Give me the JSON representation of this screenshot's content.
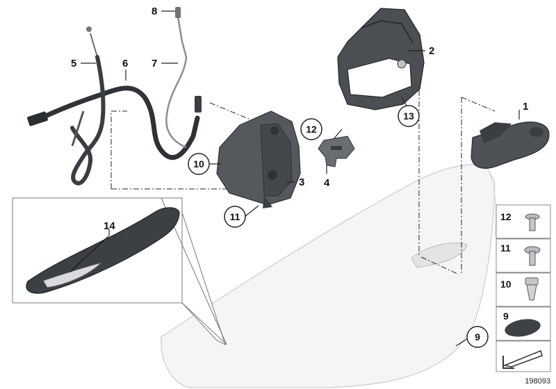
{
  "diagram": {
    "labels": {
      "p1": "1",
      "p2": "2",
      "p3": "3",
      "p4": "4",
      "p5": "5",
      "p6": "6",
      "p7": "7",
      "p8": "8",
      "p9": "9",
      "p10": "10",
      "p11": "11",
      "p12": "12",
      "p13": "13",
      "p14": "14"
    },
    "legend": {
      "items": [
        {
          "number": "12",
          "icon": "screw-icon"
        },
        {
          "number": "11",
          "icon": "torx-screw-icon"
        },
        {
          "number": "10",
          "icon": "clip-icon"
        },
        {
          "number": "9",
          "icon": "cap-icon"
        }
      ],
      "footer_icon": "arrow-direction-icon"
    },
    "reference_number": "198093",
    "colors": {
      "line": "#222222",
      "part_dark": "#3a3d41",
      "part_mid": "#5b5f64",
      "door_panel": "#f2f3f4"
    }
  }
}
